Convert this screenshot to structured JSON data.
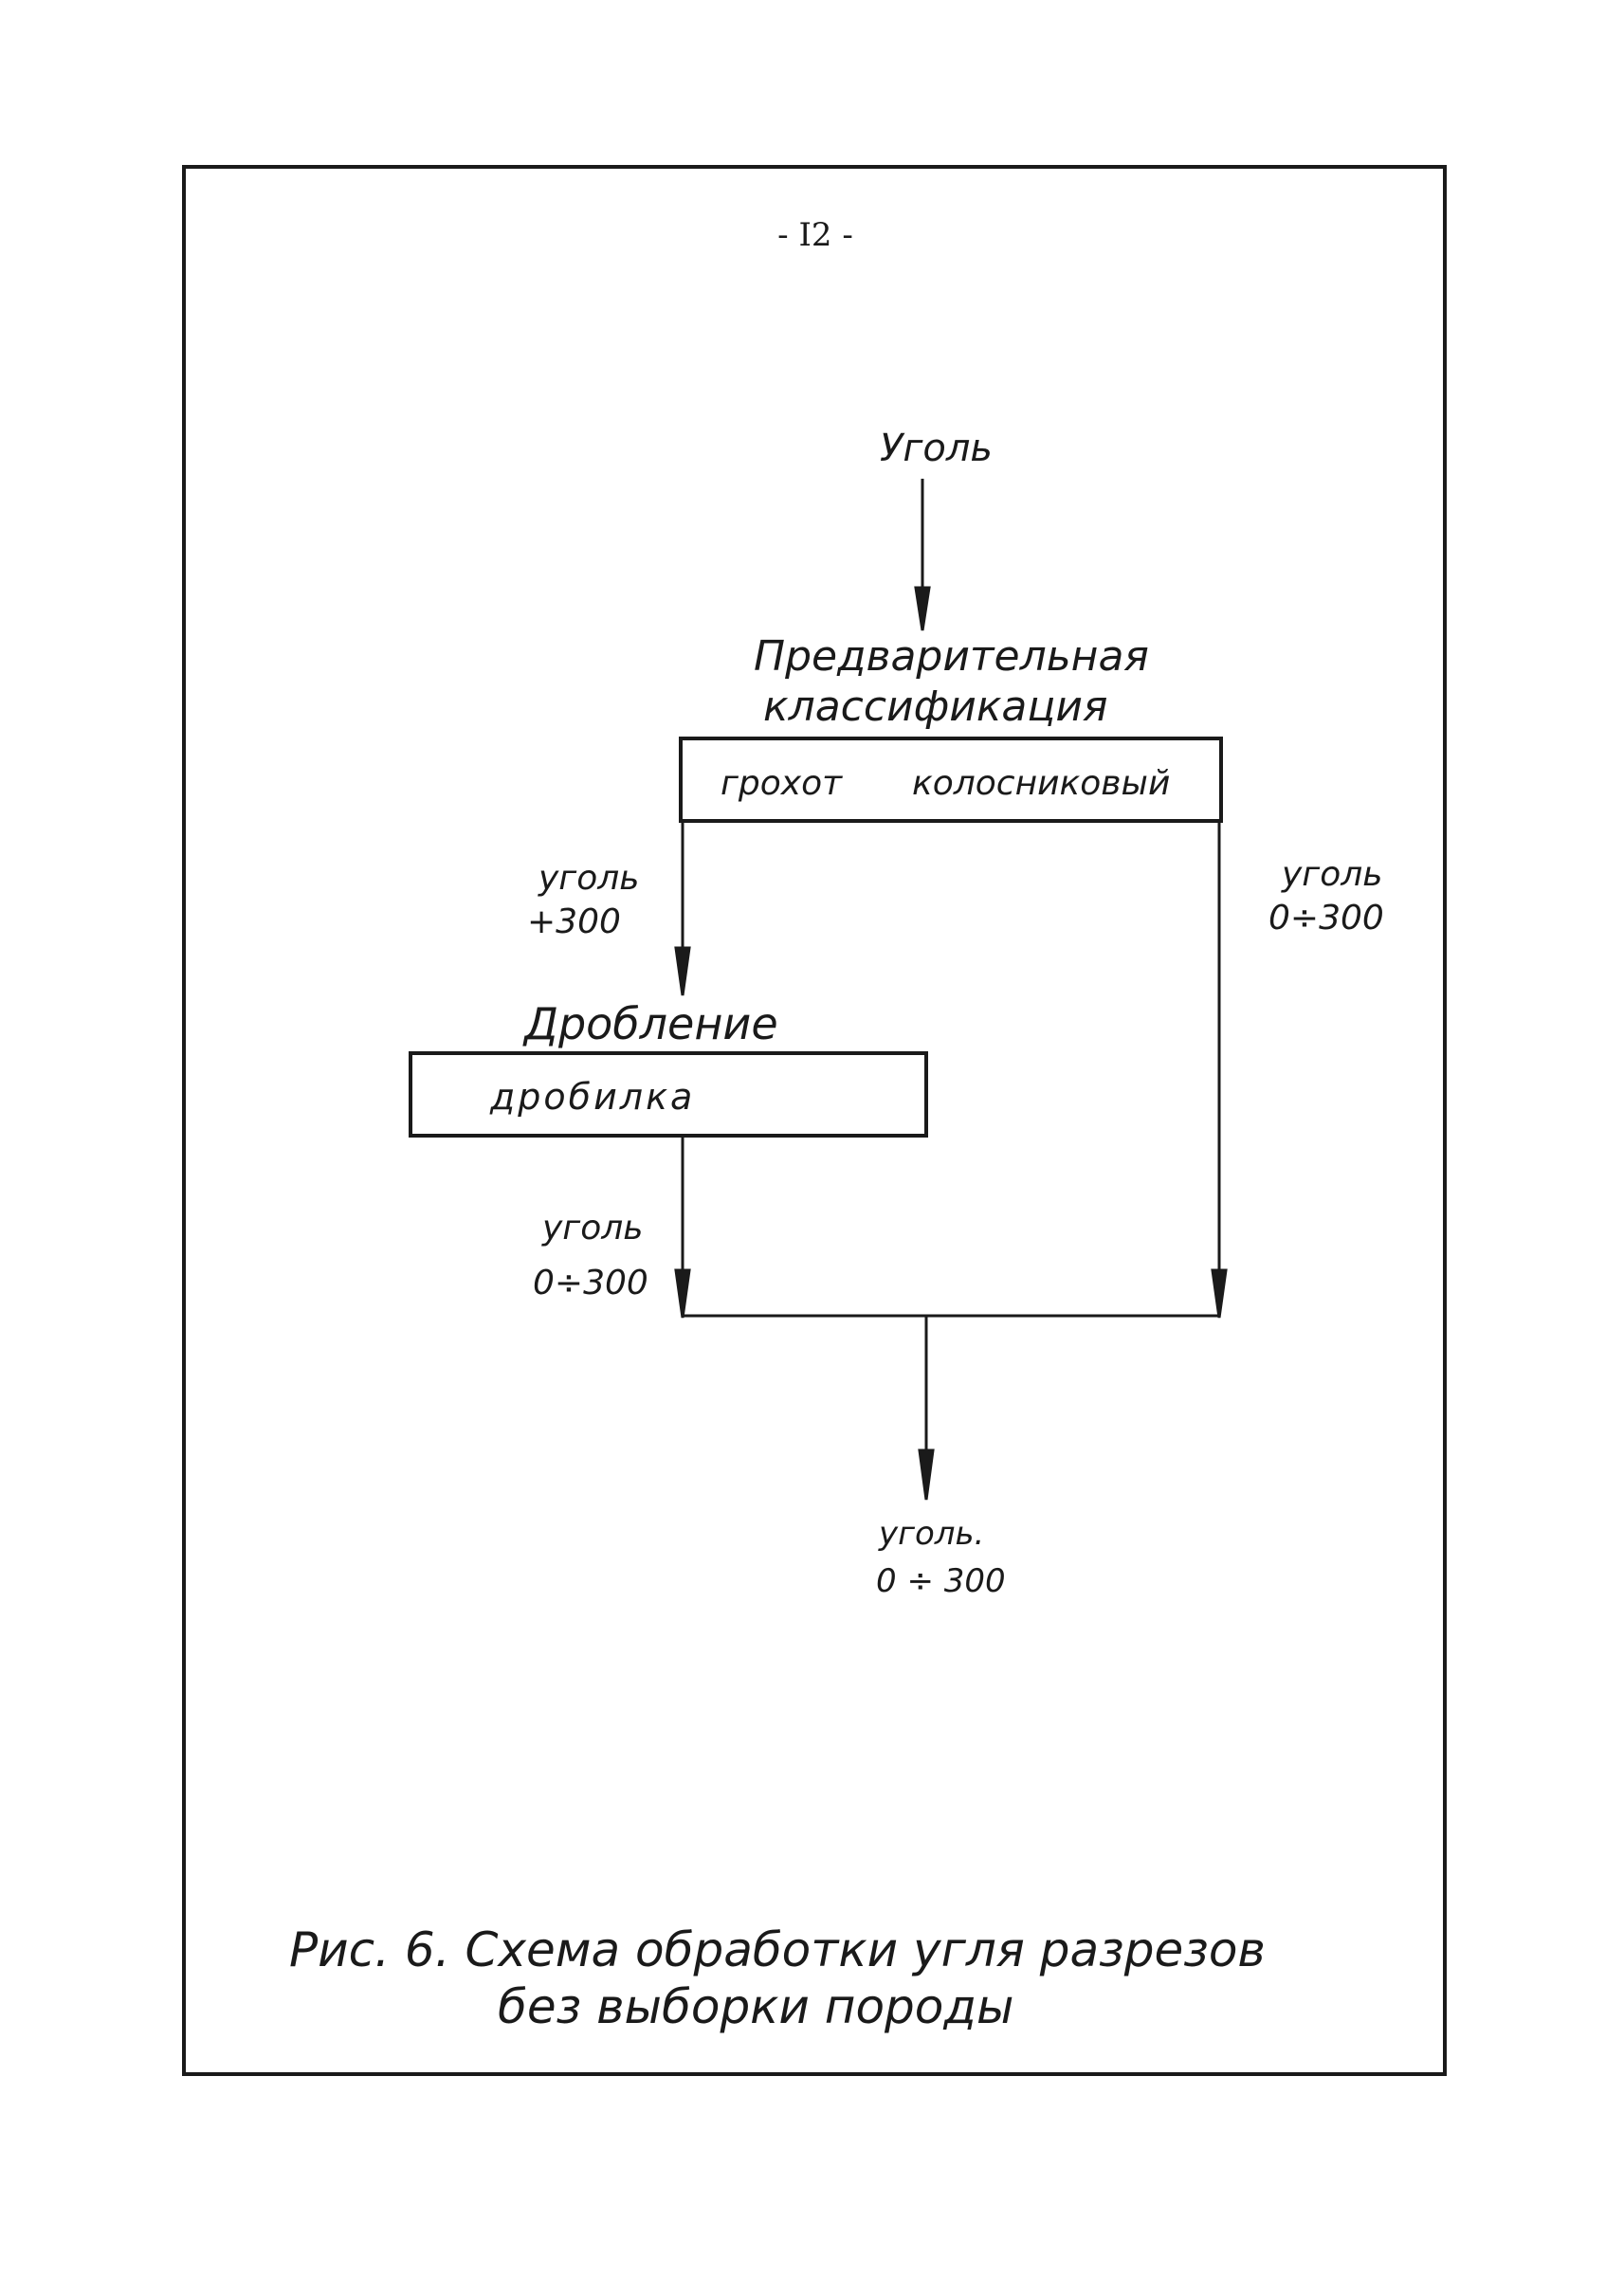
{
  "page": {
    "number": "- I2 -"
  },
  "diagram": {
    "input": {
      "label": "Уголь"
    },
    "classification": {
      "title_line1": "Предварительная",
      "title_line2": "классификация",
      "equipment_left": "грохот",
      "equipment_right": "колосниковый"
    },
    "left_branch": {
      "line1": "уголь",
      "line2": "+300"
    },
    "right_branch": {
      "line1": "уголь",
      "line2": "0÷300"
    },
    "crushing": {
      "title": "Дробление",
      "equipment": "дробилка"
    },
    "after_crushing": {
      "line1": "уголь",
      "line2": "0÷300"
    },
    "output": {
      "line1": "уголь.",
      "line2": "0 ÷ 300"
    }
  },
  "caption": {
    "line1": "Рис. 6.  Схема  обработки  угля  разрезов",
    "line2": "без  выборки  породы"
  }
}
